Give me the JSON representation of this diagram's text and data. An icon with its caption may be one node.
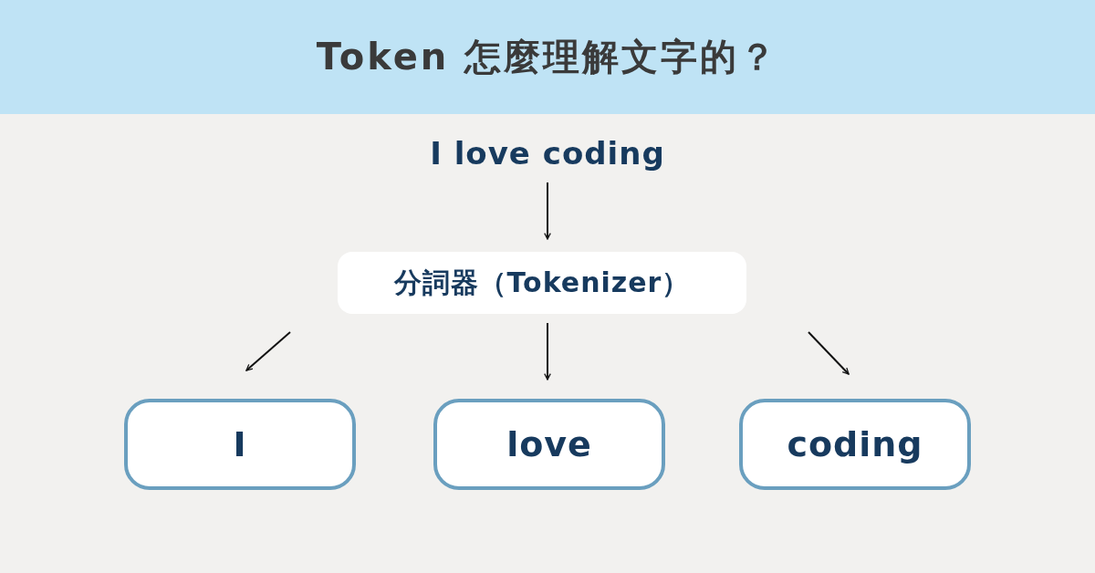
{
  "diagram": {
    "title": "Token 怎麼理解文字的？",
    "nodes": [
      {
        "text": [
          "I love coding"
        ]
      },
      {
        "text": [
          "分詞器（Tokenizer）"
        ]
      },
      {
        "text": [
          "I"
        ]
      },
      {
        "text": [
          "love"
        ]
      },
      {
        "text": [
          "coding"
        ]
      }
    ],
    "edges": [
      {
        "from": 0,
        "to": 1,
        "arrow": "to"
      },
      {
        "from": 1,
        "to": 2,
        "arrow": "to"
      },
      {
        "from": 1,
        "to": 3,
        "arrow": "to"
      },
      {
        "from": 1,
        "to": 4,
        "arrow": "to"
      }
    ]
  }
}
